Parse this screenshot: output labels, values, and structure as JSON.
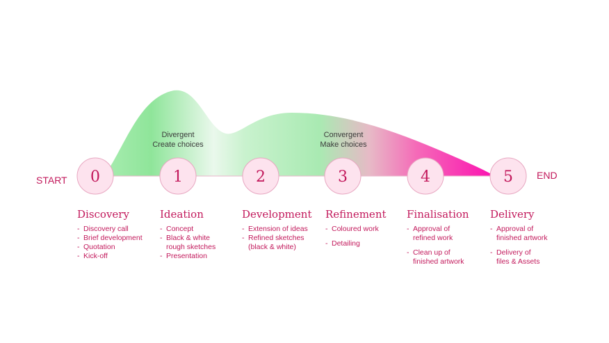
{
  "start_label": "START",
  "end_label": "END",
  "divergent": {
    "line1": "Divergent",
    "line2": "Create choices"
  },
  "convergent": {
    "line1": "Convergent",
    "line2": "Make choices"
  },
  "colors": {
    "accent": "#c2185b",
    "green": "#7ee08a",
    "pink": "#f72fb2",
    "node_fill": "#fde3ee"
  },
  "stages": [
    {
      "num": "0",
      "title": "Discovery",
      "items": [
        "Discovery call",
        "Brief development",
        "Quotation",
        "Kick-off"
      ]
    },
    {
      "num": "1",
      "title": "Ideation",
      "items": [
        "Concept",
        "Black & white\nrough sketches",
        "Presentation"
      ]
    },
    {
      "num": "2",
      "title": "Development",
      "items": [
        "Extension of ideas",
        "Refined sketches\n(black & white)"
      ]
    },
    {
      "num": "3",
      "title": "Refinement",
      "items": [
        "Coloured work",
        "Detailing"
      ]
    },
    {
      "num": "4",
      "title": "Finalisation",
      "items": [
        "Approval of\nrefined work",
        "Clean up of\nfinished artwork"
      ]
    },
    {
      "num": "5",
      "title": "Delivery",
      "items": [
        "Approval of\nfinished artwork",
        "Delivery of\nfiles & Assets"
      ]
    }
  ]
}
